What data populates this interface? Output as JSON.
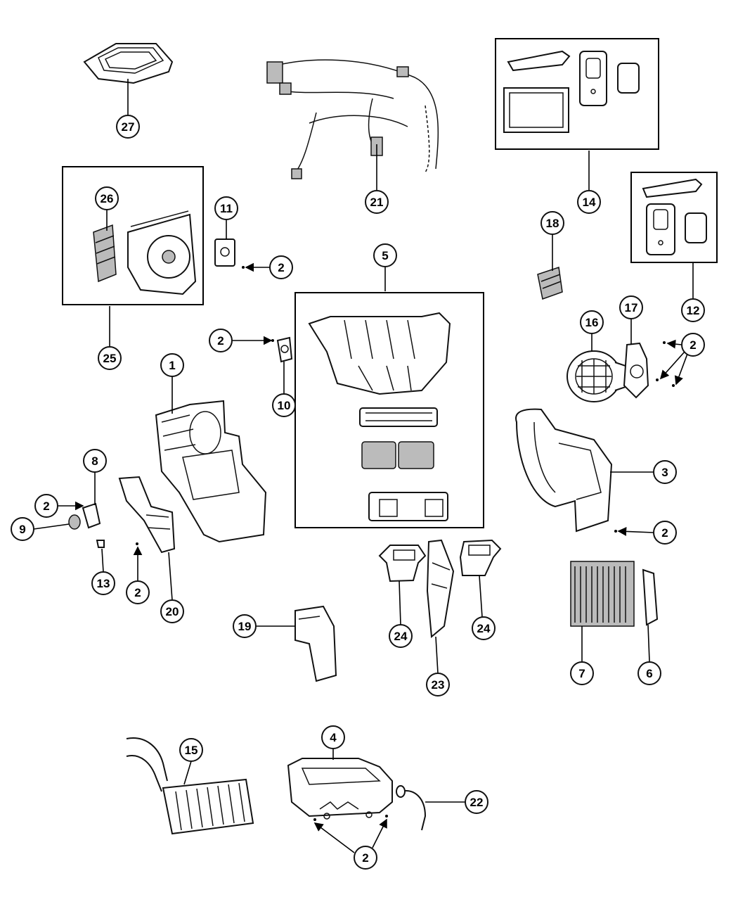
{
  "callouts": {
    "c1": "1",
    "c2a": "2",
    "c2b": "2",
    "c2c": "2",
    "c2d": "2",
    "c2e": "2",
    "c2f": "2",
    "c2g": "2",
    "c3": "3",
    "c4": "4",
    "c5": "5",
    "c6": "6",
    "c7": "7",
    "c8": "8",
    "c9": "9",
    "c10": "10",
    "c11": "11",
    "c12": "12",
    "c13": "13",
    "c14": "14",
    "c15": "15",
    "c16": "16",
    "c17": "17",
    "c18": "18",
    "c19": "19",
    "c20": "20",
    "c21": "21",
    "c22": "22",
    "c23": "23",
    "c24a": "24",
    "c24b": "24",
    "c25": "25",
    "c26": "26",
    "c27": "27"
  }
}
